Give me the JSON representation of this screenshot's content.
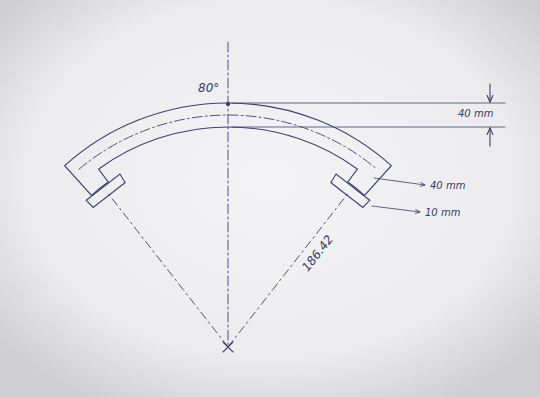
{
  "diagram": {
    "labels": [
      "80°",
      "40 mm",
      "40 mm",
      "10 mm",
      "186.42"
    ]
  }
}
